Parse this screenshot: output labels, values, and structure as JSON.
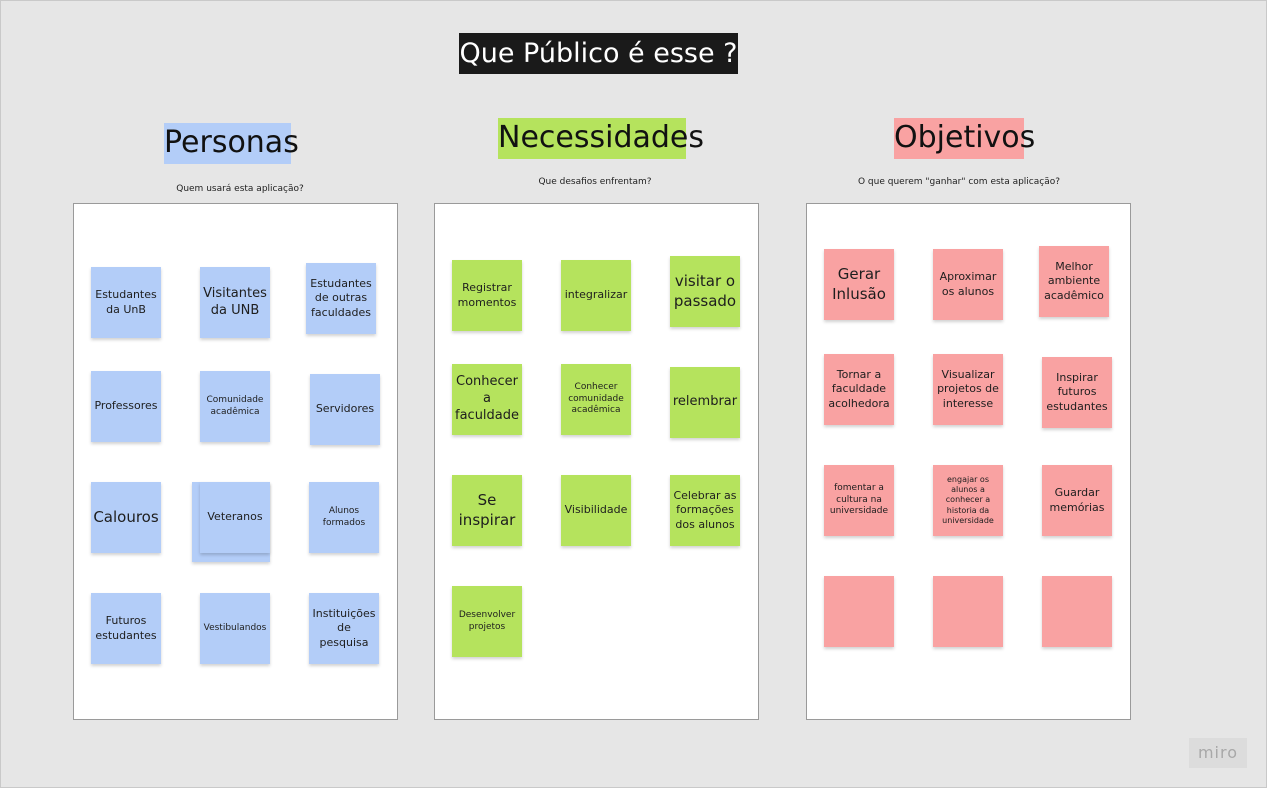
{
  "board": {
    "title": "Que Público é esse ?",
    "logo": "miro"
  },
  "columns": {
    "personas": {
      "heading": "Personas",
      "subtitle": "Quem usará esta aplicação?",
      "color": "#b3cdf8",
      "stickies": [
        "Estudantes da UnB",
        "Visitantes da UNB",
        "Estudantes de outras faculdades",
        "Professores",
        "Comunidade acadêmica",
        "Servidores",
        "Calouros",
        "Veteranos",
        "Alunos formados",
        "Futuros estudantes",
        "Vestibulandos",
        "Instituições de pesquisa"
      ]
    },
    "necessidades": {
      "heading": "Necessidades",
      "subtitle": "Que desafios enfrentam?",
      "color": "#b5e35d",
      "stickies": [
        "Registrar momentos",
        "integralizar",
        "visitar o passado",
        "Conhecer a faculdade",
        "Conhecer comunidade acadêmica",
        "relembrar",
        "Se inspirar",
        "Visibilidade",
        "Celebrar as formações dos alunos",
        "Desenvolver projetos"
      ]
    },
    "objetivos": {
      "heading": "Objetivos",
      "subtitle": "O que querem \"ganhar\" com esta aplicação?",
      "color": "#f9a2a2",
      "stickies": [
        "Gerar Inlusão",
        "Aproximar os alunos",
        "Melhor ambiente acadêmico",
        "Tornar a faculdade acolhedora",
        "Visualizar projetos de interesse",
        "Inspirar futuros estudantes",
        "fomentar a cultura na universidade",
        "engajar os alunos a conhecer a historia da universidade",
        "Guardar memórias",
        "",
        "",
        ""
      ]
    }
  }
}
